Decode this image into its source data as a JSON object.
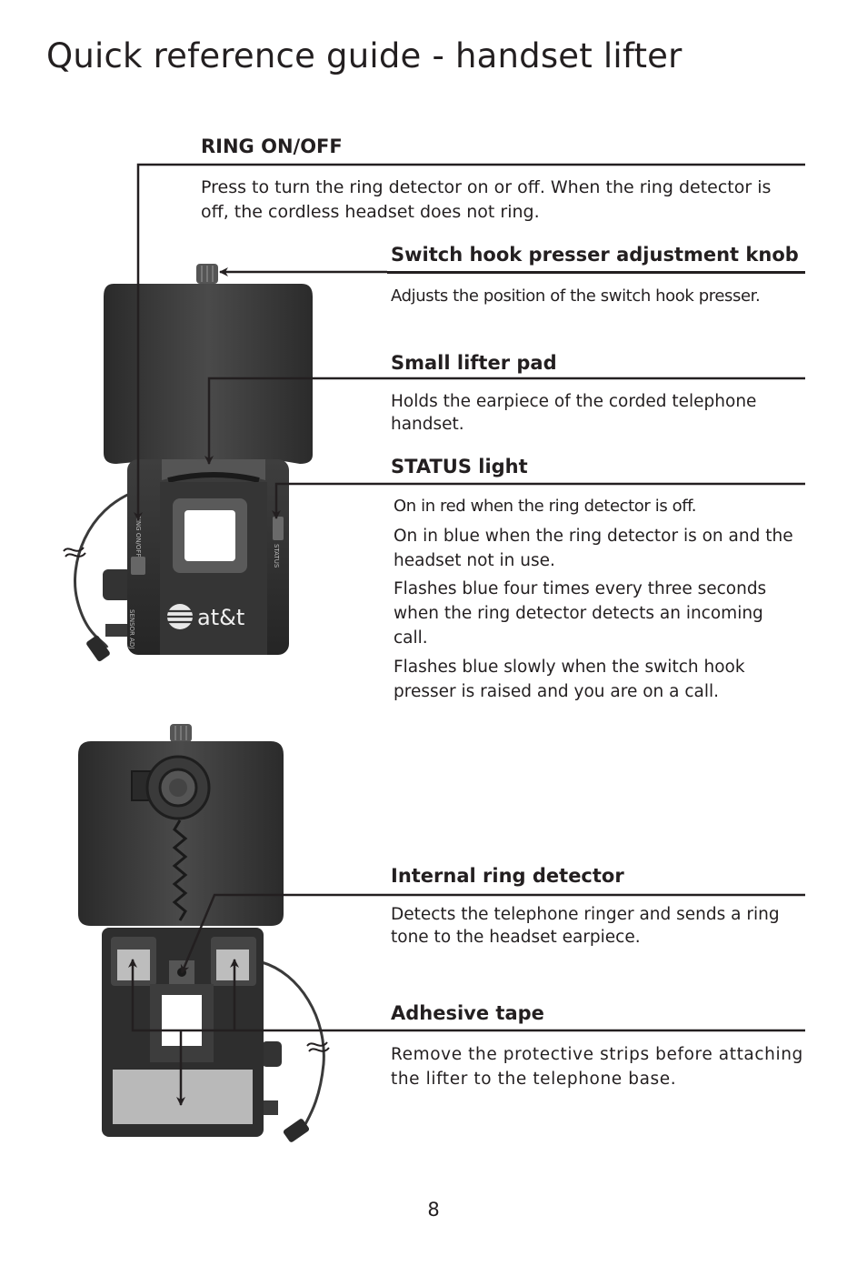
{
  "page": {
    "title": "Quick reference guide - handset lifter",
    "page_number": "8"
  },
  "callouts": {
    "ring": {
      "title": "RING ON/OFF",
      "text": "Press to turn the ring detector on or off. When the ring detector is off, the cordless headset does not ring."
    },
    "knob": {
      "title": "Switch hook presser adjustment knob",
      "text": "Adjusts the position of the switch hook presser."
    },
    "pad": {
      "title": "Small lifter pad",
      "text": "Holds the earpiece of the corded telephone handset."
    },
    "status": {
      "title": "STATUS light",
      "lines": [
        "On in red when the ring detector is off.",
        "On in blue when the ring detector is on and the headset not in use.",
        "Flashes blue four times every three seconds when the ring detector detects an incoming call.",
        "Flashes blue slowly when the switch hook presser is raised and you are on a call."
      ]
    },
    "detector": {
      "title": "Internal ring detector",
      "text": "Detects the telephone ringer and sends a ring tone to the headset earpiece."
    },
    "tape": {
      "title": "Adhesive tape",
      "text": "Remove the protective strips before attaching the lifter to the telephone base."
    }
  },
  "device": {
    "brand": "at&t",
    "label_ring": "RING ON/OFF",
    "label_status": "STATUS",
    "label_jack": "SENSOR ADJ"
  }
}
